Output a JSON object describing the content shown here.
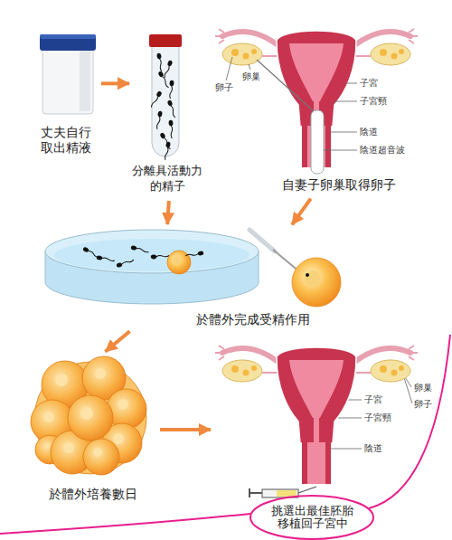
{
  "diagram": {
    "nodes": [
      {
        "text": [
          "丈夫自行 取出精液"
        ]
      },
      {
        "text": [
          "分離具活動力 的精子"
        ]
      },
      {
        "text": [
          "自妻子卵巢取得卵子"
        ]
      },
      {
        "text": [
          "於體外完成受精作用"
        ]
      },
      {
        "text": [
          "於體外培養數日"
        ]
      },
      {
        "text": [
          "挑選出最佳胚胎 移植回子宮中"
        ]
      }
    ],
    "edges": [
      {
        "from": 0,
        "to": 1,
        "arrow": "to"
      },
      {
        "from": 1,
        "to": 3,
        "arrow": "to"
      },
      {
        "from": 2,
        "to": 3,
        "arrow": "to"
      },
      {
        "from": 3,
        "to": 4,
        "arrow": "to"
      },
      {
        "from": 4,
        "to": 5,
        "arrow": "to"
      }
    ],
    "labels": [
      "卵巢",
      "卵子",
      "子宮",
      "子宮頸",
      "陰道",
      "陰道超音波",
      "子宮",
      "子宮頸",
      "陰道",
      "卵巢",
      "卵子"
    ]
  }
}
